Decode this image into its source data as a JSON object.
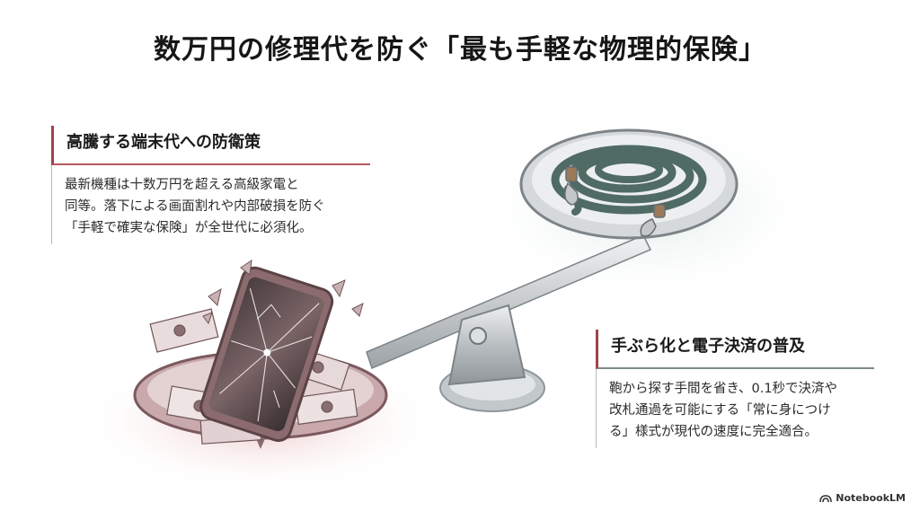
{
  "title": "数万円の修理代を防ぐ「最も手軽な物理的保険」",
  "left_panel": {
    "heading": "高騰する端末代への防衛策",
    "lines": [
      "最新機種は十数万円を超える高級家電と",
      "同等。落下による画面割れや内部破損を防ぐ",
      "「手軽で確実な保険」が全世代に必須化。"
    ]
  },
  "right_panel": {
    "heading": "手ぶら化と電子決済の普及",
    "lines": [
      "鞄から探す手間を省き、0.1秒で決済や",
      "改札通過を可能にする「常に身につけ",
      "る」様式が現代の速度に完全適合。"
    ]
  },
  "brand": {
    "name": "NotebookLM",
    "icon": "notebooklm-logo-icon"
  },
  "colors": {
    "accent_red": "#a0424c",
    "rope_green": "#4f6b64",
    "metal": "#c9cdcf"
  }
}
